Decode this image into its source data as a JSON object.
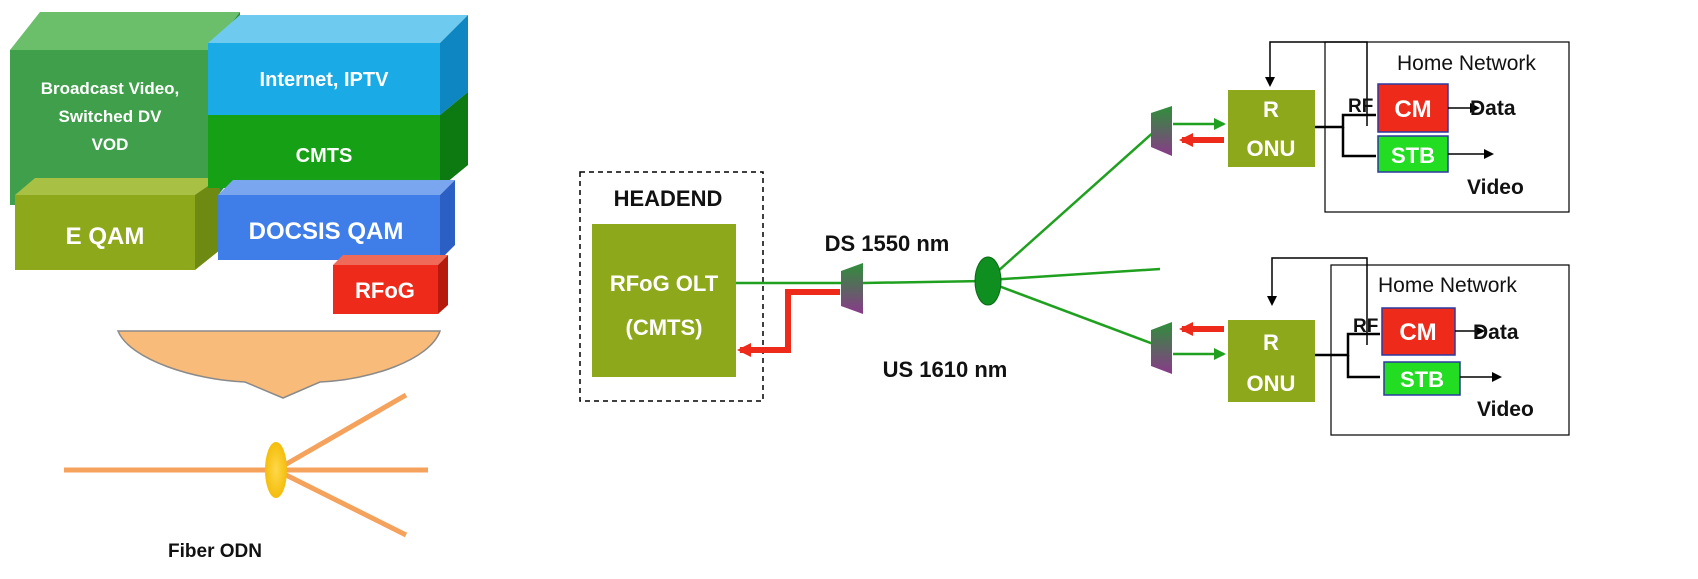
{
  "left_stack": {
    "broadcast": [
      "Broadcast Video,",
      "Switched DV",
      "VOD"
    ],
    "internet": "Internet,  IPTV",
    "cmts": "CMTS",
    "eqam": "E QAM",
    "docsis": "DOCSIS QAM",
    "rfog": "RFoG",
    "odn_label": "Fiber ODN"
  },
  "headend": {
    "title": "HEADEND",
    "olt_line1": "RFoG OLT",
    "olt_line2": "(CMTS)"
  },
  "wavelengths": {
    "ds": "DS 1550 nm",
    "us": "US 1610 nm"
  },
  "homes": [
    {
      "network": "Home Network",
      "onu_line1": "R",
      "onu_line2": "ONU",
      "rf": "RF",
      "cm": "CM",
      "stb": "STB",
      "data": "Data",
      "video": "Video"
    },
    {
      "network": "Home Network",
      "onu_line1": "R",
      "onu_line2": "ONU",
      "rf": "RF",
      "cm": "CM",
      "stb": "STB",
      "data": "Data",
      "video": "Video"
    }
  ],
  "colors": {
    "olive": "#8ea81c",
    "green_block": "#3f9f4a",
    "cyan_block": "#1aabe6",
    "blue_block": "#3f7ee8",
    "dark_green": "#16a016",
    "red": "#ee2a1a",
    "orange_fiber": "#f4a25c"
  }
}
